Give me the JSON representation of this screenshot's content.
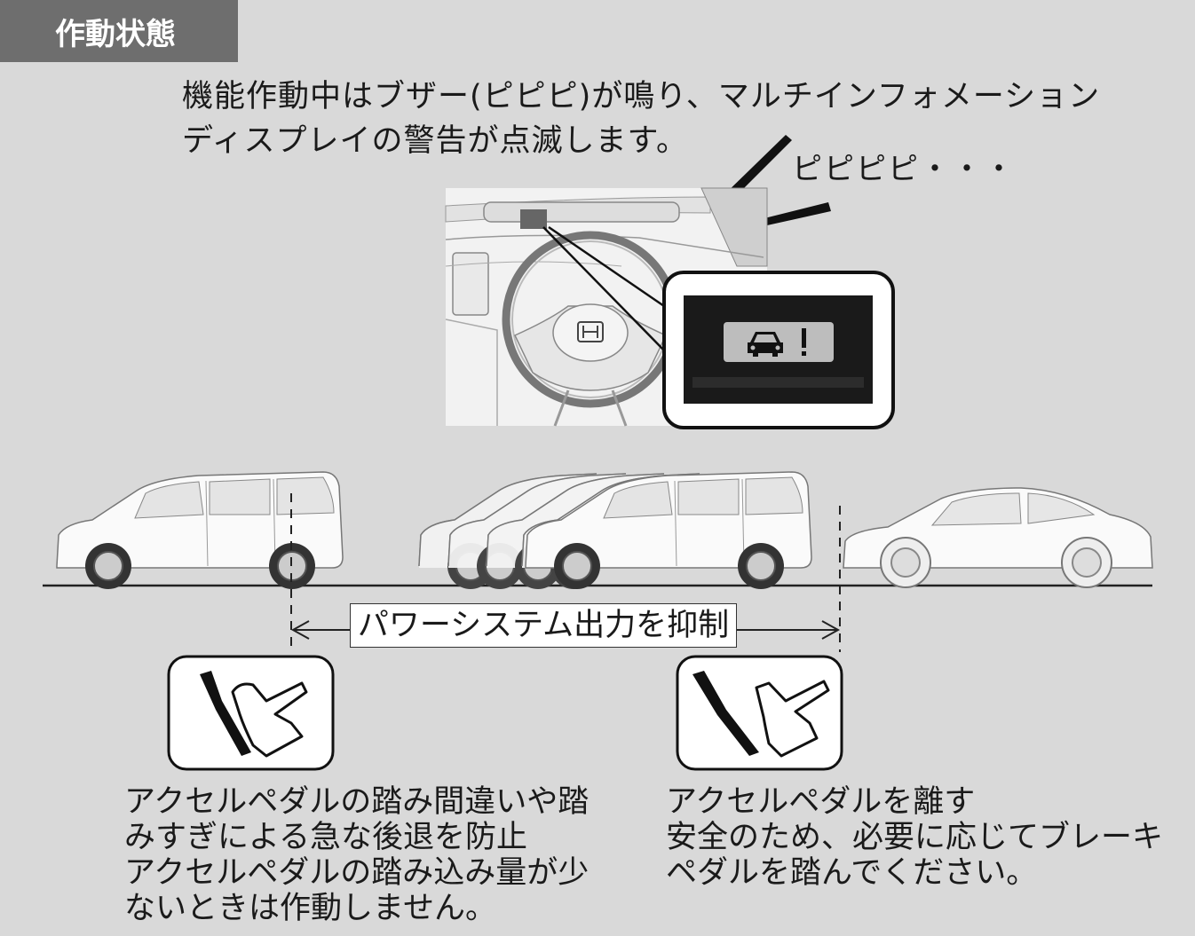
{
  "header": {
    "title": "作動状態"
  },
  "intro": {
    "lines": [
      "機能作動中はブザー(ピピピ)が鳴り、マルチインフォメーション",
      "ディスプレイの警告が点滅します。"
    ]
  },
  "beep": {
    "text": "ピピピピ・・・"
  },
  "range": {
    "label": "パワーシステム出力を抑制"
  },
  "captions": {
    "left": [
      "アクセルペダルの踏み間違いや踏",
      "みすぎによる急な後退を防止",
      "アクセルペダルの踏み込み量が少",
      "ないときは作動しません。"
    ],
    "right": [
      "アクセルペダルを離す",
      "安全のため、必要に応じてブレーキ",
      "ペダルを踏んでください。"
    ]
  },
  "icons": {
    "warning": "car-exclamation-icon",
    "pedal_pressed": "foot-pedal-pressed-icon",
    "pedal_released": "foot-pedal-released-icon",
    "steering": "honda-steering-icon"
  },
  "colors": {
    "background": "#d9d9d9",
    "header_bg": "#6e6e6e",
    "display_bg": "#1a1a1a",
    "warning_badge": "#bdbdbd"
  }
}
